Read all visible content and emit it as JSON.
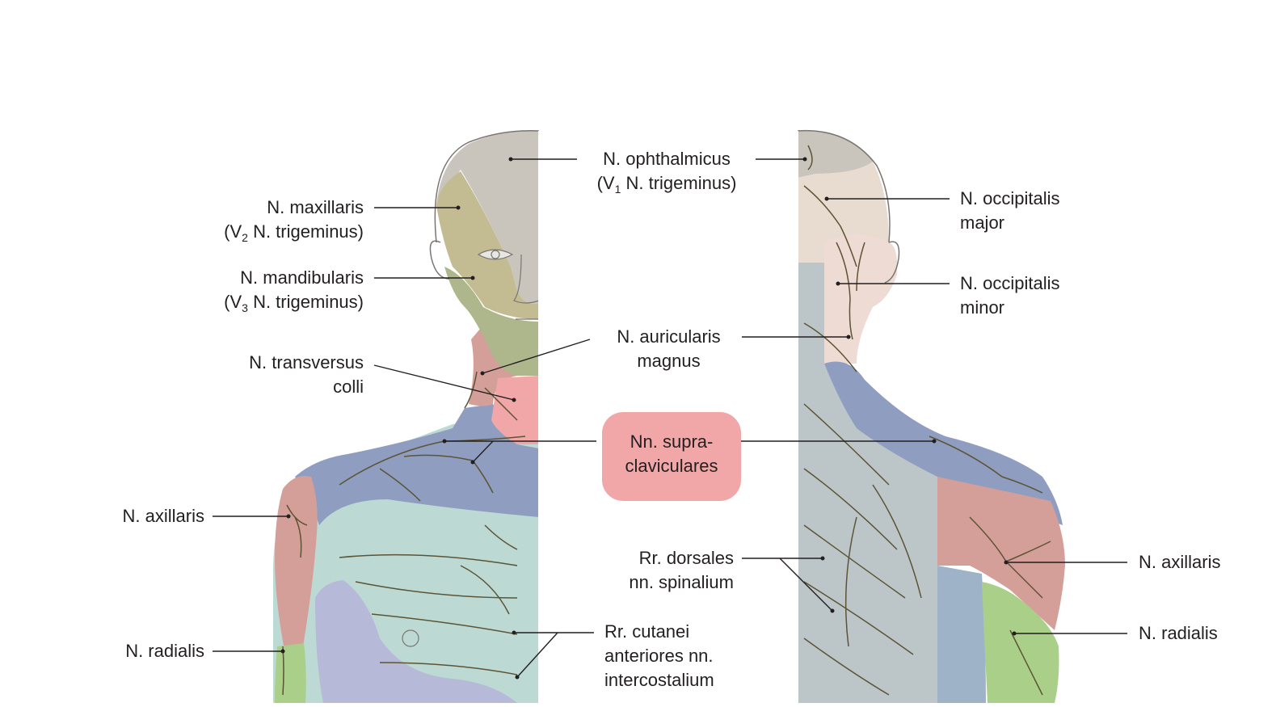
{
  "colors": {
    "ophthalmicus": "#c9c5bd",
    "maxillaris": "#c3bb92",
    "mandibularis": "#aeb78b",
    "transversus_colli": "#d49f99",
    "supraclaviculares": "#f1a7a7",
    "shoulder_blue": "#8e9dc0",
    "axillaris": "#d49f99",
    "radialis": "#a9cf88",
    "intercostal": "#bcd9d4",
    "arm_lilac": "#b7b9d9",
    "back_gray": "#bcc5c8",
    "occipitalis_major": "#e7dccf",
    "occipitalis_minor": "#eedbd4",
    "leader_line": "#231f20"
  },
  "labels": {
    "ophthalmicus": {
      "line1": "N. ophthalmicus",
      "line2_pre": "(V",
      "line2_sub": "1",
      "line2_post": " N. trigeminus)"
    },
    "maxillaris": {
      "line1": "N. maxillaris",
      "line2_pre": "(V",
      "line2_sub": "2",
      "line2_post": " N. trigeminus)"
    },
    "mandibularis": {
      "line1": "N. mandibularis",
      "line2_pre": "(V",
      "line2_sub": "3",
      "line2_post": " N. trigeminus)"
    },
    "transversus_colli": {
      "line1": "N. transversus",
      "line2": "colli"
    },
    "auricularis_magnus": {
      "line1": "N. auricularis",
      "line2": "magnus"
    },
    "supraclaviculares": {
      "line1": "Nn. supra-",
      "line2": "claviculares"
    },
    "axillaris_left": "N. axillaris",
    "radialis_left": "N. radialis",
    "occipitalis_major": {
      "line1": "N. occipitalis",
      "line2": "major"
    },
    "occipitalis_minor": {
      "line1": "N. occipitalis",
      "line2": "minor"
    },
    "dorsales": {
      "line1": "Rr. dorsales",
      "line2": "nn. spinalium"
    },
    "cutanei": {
      "line1": "Rr. cutanei",
      "line2": "anteriores nn.",
      "line3": "intercostalium"
    },
    "axillaris_right": "N. axillaris",
    "radialis_right": "N. radialis"
  }
}
